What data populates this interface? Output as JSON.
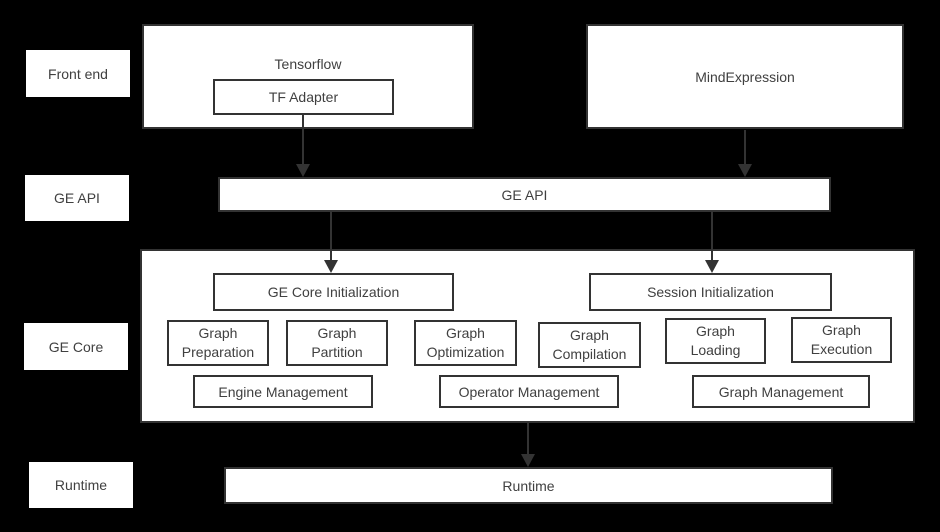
{
  "colors": {
    "background": "#000000",
    "box_fill": "#ffffff",
    "border": "#333333",
    "text": "#404040",
    "arrow": "#333333"
  },
  "layer_labels": {
    "frontend": "Front end",
    "ge_api": "GE API",
    "ge_core": "GE Core",
    "runtime": "Runtime"
  },
  "frontend": {
    "tensorflow_label": "Tensorflow",
    "tf_adapter_label": "TF Adapter",
    "mindexpression_label": "MindExpression"
  },
  "ge_api_bar_label": "GE API",
  "ge_core": {
    "ge_core_init_label": "GE Core Initialization",
    "session_init_label": "Session Initialization",
    "modules": [
      "Graph\nPreparation",
      "Graph\nPartition",
      "Graph\nOptimization",
      "Graph\nCompilation",
      "Graph\nLoading",
      "Graph\nExecution"
    ],
    "management": [
      "Engine Management",
      "Operator Management",
      "Graph Management"
    ]
  },
  "runtime_bar_label": "Runtime"
}
